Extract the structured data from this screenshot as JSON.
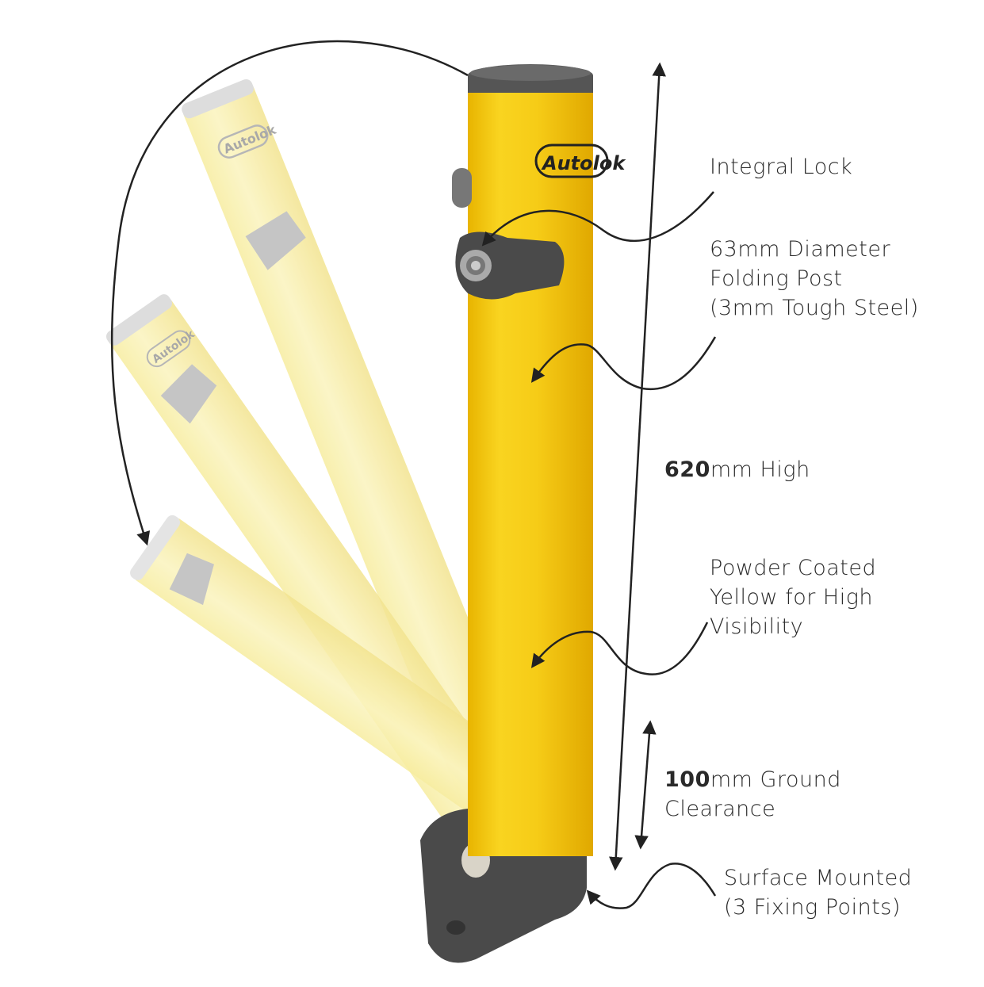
{
  "brand": {
    "name": "Autolok",
    "post_color": "#F5CC1A",
    "ghost_color": "#FAF0A8",
    "metal_color": "#4A4A4A"
  },
  "annotations": {
    "integral_lock": {
      "lines": [
        "Integral Lock"
      ]
    },
    "diameter": {
      "lines": [
        "63mm Diameter",
        "Folding Post",
        "(3mm Tough Steel)"
      ]
    },
    "height": {
      "value": "620",
      "unit_text": "mm High"
    },
    "powder": {
      "lines": [
        "Powder Coated",
        "Yellow for High",
        "Visibility"
      ]
    },
    "clearance": {
      "value": "100",
      "unit_text": "mm Ground",
      "line2": "Clearance"
    },
    "surface": {
      "lines": [
        "Surface Mounted",
        "(3 Fixing Points)"
      ]
    }
  }
}
